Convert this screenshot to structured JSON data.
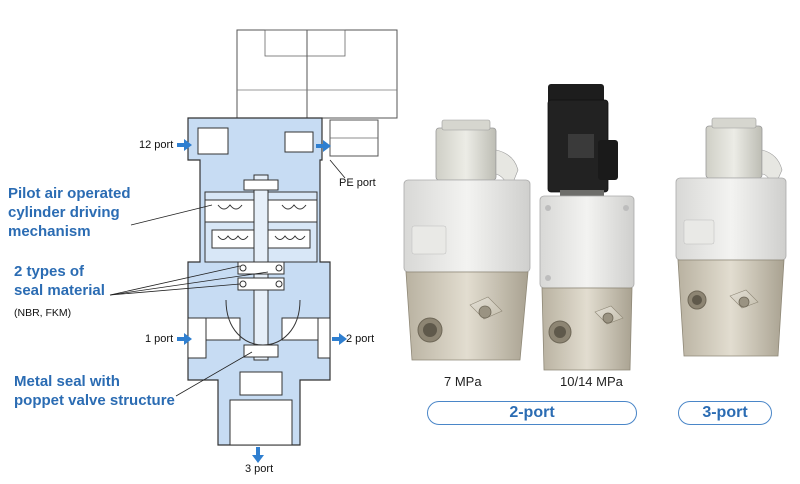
{
  "callouts": {
    "pilot": "Pilot air operated\ncylinder driving\nmechanism",
    "seal": "2 types of\nseal material",
    "seal_note": "(NBR, FKM)",
    "metal": "Metal seal with\npoppet valve structure"
  },
  "ports": {
    "p12": "12 port",
    "pe": "PE port",
    "p1": "1 port",
    "p2": "2 port",
    "p3": "3 port"
  },
  "products": {
    "pressure_7": "7 MPa",
    "pressure_10_14": "10/14 MPa",
    "group_2port": "2-port",
    "group_3port": "3-port"
  },
  "colors": {
    "callout_blue": "#2b6cb3",
    "body_blue": "#c7dcf3",
    "arrow_blue": "#2f7fd0",
    "housing_gray": "#f3f3f3",
    "valve_metal": "#d9d4c7"
  }
}
